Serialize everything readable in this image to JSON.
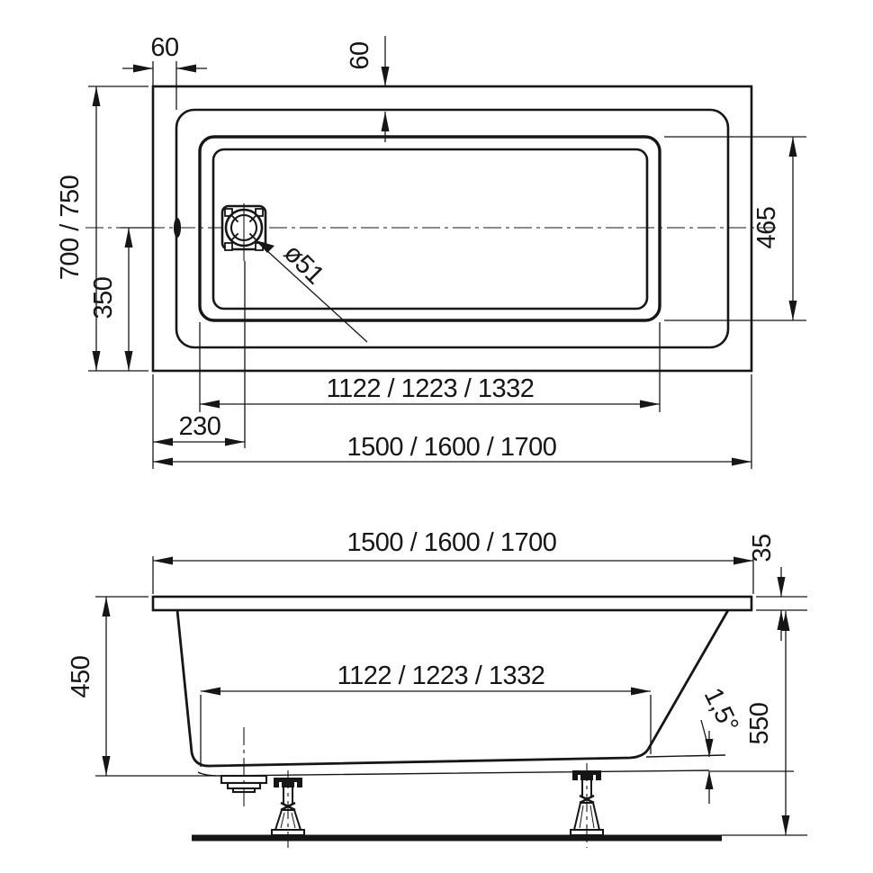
{
  "drawing": {
    "background": "#ffffff",
    "line_color": "#161616",
    "top_view": {
      "rim_offset_left": "60",
      "rim_offset_top": "60",
      "overall_width": "700 / 750",
      "drain_center_from_bottom": "350",
      "inner_width": "465",
      "drain_diameter": "ø51",
      "inner_length": "1122 / 1223 / 1332",
      "drain_center_from_left": "230",
      "overall_length": "1500 / 1600 / 1700"
    },
    "side_view": {
      "overall_length": "1500 / 1600 / 1700",
      "rim_thickness": "35",
      "depth": "450",
      "bottom_length": "1122 / 1223 / 1332",
      "bottom_slope": "1,5°",
      "height_to_floor": "550"
    }
  }
}
